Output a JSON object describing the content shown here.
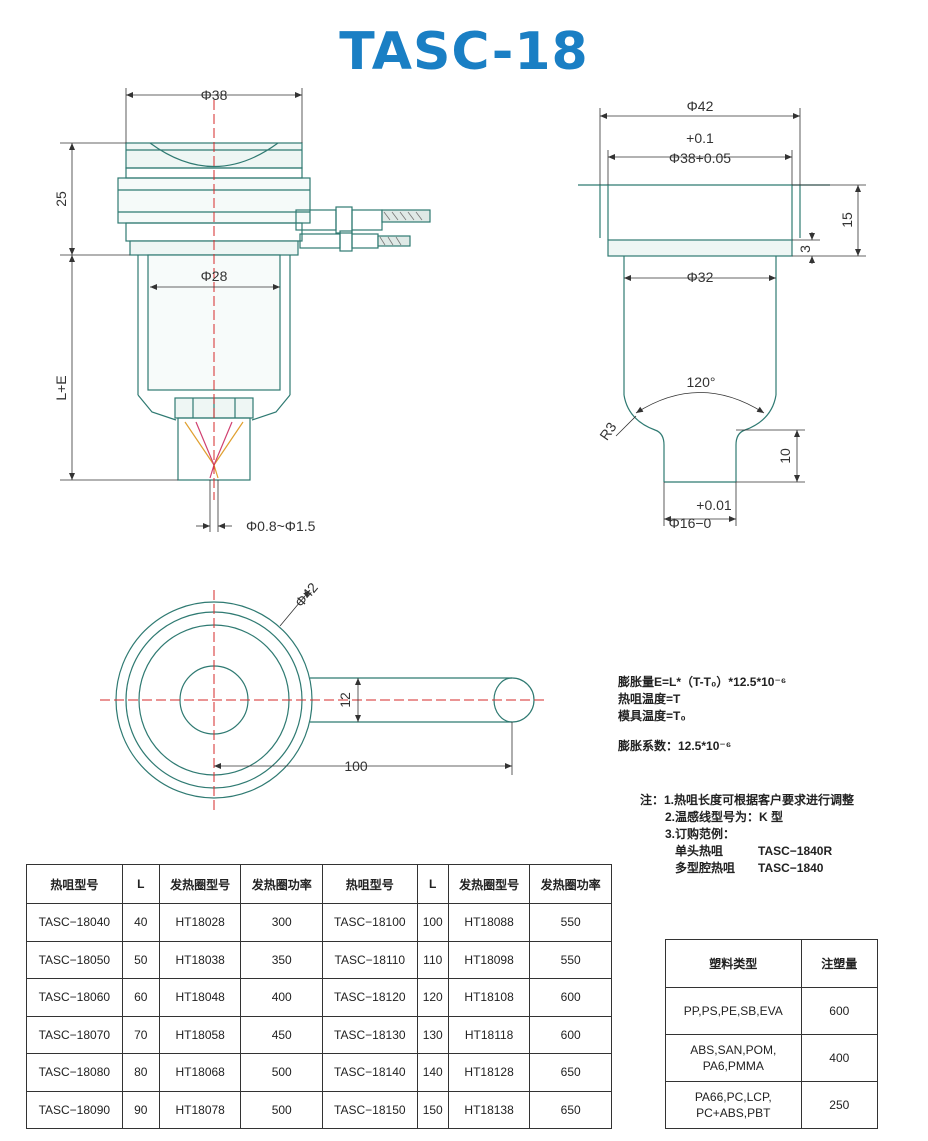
{
  "title": "TASC-18",
  "dims": {
    "d38": "Φ38",
    "h25": "25",
    "d28": "Φ28",
    "le": "L+E",
    "tip": "Φ0.8~Φ1.5",
    "d42": "Φ42",
    "tol_plus": "+0.1",
    "d38_tol": "Φ38+0.05",
    "h15": "15",
    "h3": "3",
    "d32": "Φ32",
    "angle": "120°",
    "r3": "R3",
    "h10": "10",
    "tol_plus2": "+0.01",
    "d16": "Φ16−0",
    "d42_top": "Φ42",
    "w12": "12",
    "l100": "100"
  },
  "formula": {
    "expansion": "膨胀量E=L*（T-T₀）*12.5*10⁻⁶",
    "temp_t": "热咀温度=T",
    "temp_t0": "模具温度=T₀",
    "coef": "膨胀系数：12.5*10⁻⁶"
  },
  "remarks": {
    "line1": "注：1.热咀长度可根据客户要求进行调整",
    "line2": "2.温感线型号为：K 型",
    "line3": "3.订购范例：",
    "ex1_label": "单头热咀",
    "ex1_value": "TASC−1840R",
    "ex2_label": "多型腔热咀",
    "ex2_value": "TASC−1840"
  },
  "spec_table": {
    "headers": [
      "热咀型号",
      "L",
      "发热圈型号",
      "发热圈功率",
      "热咀型号",
      "L",
      "发热圈型号",
      "发热圈功率"
    ],
    "rows": [
      [
        "TASC−18040",
        "40",
        "HT18028",
        "300",
        "TASC−18100",
        "100",
        "HT18088",
        "550"
      ],
      [
        "TASC−18050",
        "50",
        "HT18038",
        "350",
        "TASC−18110",
        "110",
        "HT18098",
        "550"
      ],
      [
        "TASC−18060",
        "60",
        "HT18048",
        "400",
        "TASC−18120",
        "120",
        "HT18108",
        "600"
      ],
      [
        "TASC−18070",
        "70",
        "HT18058",
        "450",
        "TASC−18130",
        "130",
        "HT18118",
        "600"
      ],
      [
        "TASC−18080",
        "80",
        "HT18068",
        "500",
        "TASC−18140",
        "140",
        "HT18128",
        "650"
      ],
      [
        "TASC−18090",
        "90",
        "HT18078",
        "500",
        "TASC−18150",
        "150",
        "HT18138",
        "650"
      ]
    ]
  },
  "plastic_table": {
    "headers": [
      "塑料类型",
      "注塑量"
    ],
    "rows": [
      [
        "PP,PS,PE,SB,EVA",
        "600"
      ],
      [
        "ABS,SAN,POM,\nPA6,PMMA",
        "400"
      ],
      [
        "PA66,PC,LCP,\nPC+ABS,PBT",
        "250"
      ]
    ]
  },
  "colors": {
    "title": "#1a7fc4",
    "outline": "#2f7a72",
    "center_line": "#d62a2a",
    "dim_line": "#333333"
  }
}
